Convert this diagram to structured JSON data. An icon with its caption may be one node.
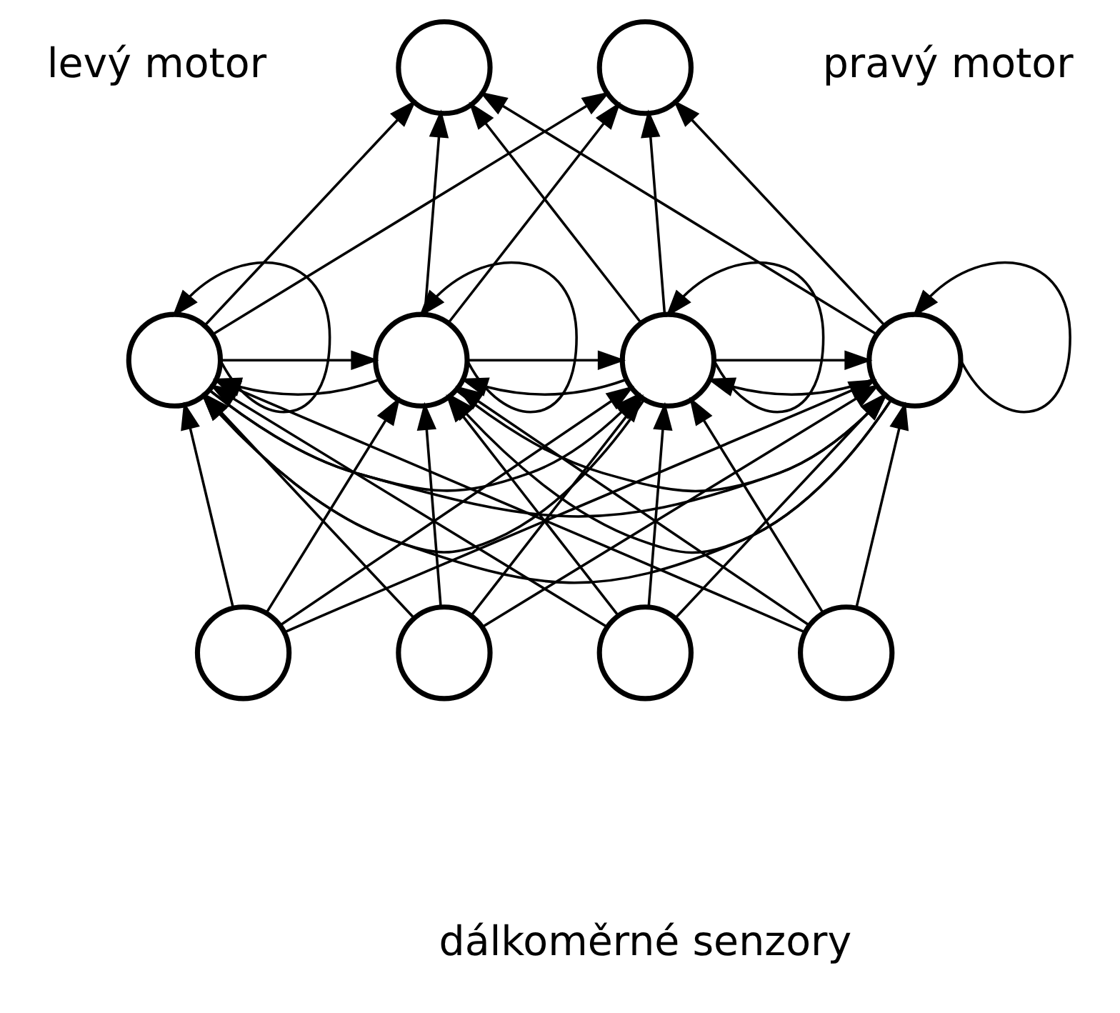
{
  "diagram": {
    "nodes": [
      {
        "text": [],
        "shape": "circle",
        "beside": [
          "levý motor"
        ]
      },
      {
        "text": [],
        "shape": "circle",
        "beside": [
          "pravý motor"
        ]
      },
      {
        "text": [],
        "shape": "circle"
      },
      {
        "text": [],
        "shape": "circle"
      },
      {
        "text": [],
        "shape": "circle"
      },
      {
        "text": [],
        "shape": "circle"
      },
      {
        "text": [],
        "shape": "circle"
      },
      {
        "text": [],
        "shape": "circle"
      },
      {
        "text": [],
        "shape": "circle"
      },
      {
        "text": [],
        "shape": "circle"
      }
    ],
    "edges": [
      {
        "from": 6,
        "to": 2,
        "arrow": "to"
      },
      {
        "from": 6,
        "to": 3,
        "arrow": "to"
      },
      {
        "from": 6,
        "to": 4,
        "arrow": "to"
      },
      {
        "from": 6,
        "to": 5,
        "arrow": "to"
      },
      {
        "from": 7,
        "to": 2,
        "arrow": "to"
      },
      {
        "from": 7,
        "to": 3,
        "arrow": "to"
      },
      {
        "from": 7,
        "to": 4,
        "arrow": "to"
      },
      {
        "from": 7,
        "to": 5,
        "arrow": "to"
      },
      {
        "from": 8,
        "to": 2,
        "arrow": "to"
      },
      {
        "from": 8,
        "to": 3,
        "arrow": "to"
      },
      {
        "from": 8,
        "to": 4,
        "arrow": "to"
      },
      {
        "from": 8,
        "to": 5,
        "arrow": "to"
      },
      {
        "from": 9,
        "to": 2,
        "arrow": "to"
      },
      {
        "from": 9,
        "to": 3,
        "arrow": "to"
      },
      {
        "from": 9,
        "to": 4,
        "arrow": "to"
      },
      {
        "from": 9,
        "to": 5,
        "arrow": "to"
      },
      {
        "from": 2,
        "to": 2,
        "arrow": "to"
      },
      {
        "from": 2,
        "to": 3,
        "arrow": "to"
      },
      {
        "from": 2,
        "to": 4,
        "arrow": "to"
      },
      {
        "from": 2,
        "to": 5,
        "arrow": "to"
      },
      {
        "from": 3,
        "to": 2,
        "arrow": "to"
      },
      {
        "from": 3,
        "to": 3,
        "arrow": "to"
      },
      {
        "from": 3,
        "to": 4,
        "arrow": "to"
      },
      {
        "from": 3,
        "to": 5,
        "arrow": "to"
      },
      {
        "from": 4,
        "to": 2,
        "arrow": "to"
      },
      {
        "from": 4,
        "to": 3,
        "arrow": "to"
      },
      {
        "from": 4,
        "to": 4,
        "arrow": "to"
      },
      {
        "from": 4,
        "to": 5,
        "arrow": "to"
      },
      {
        "from": 5,
        "to": 2,
        "arrow": "to"
      },
      {
        "from": 5,
        "to": 3,
        "arrow": "to"
      },
      {
        "from": 5,
        "to": 4,
        "arrow": "to"
      },
      {
        "from": 5,
        "to": 5,
        "arrow": "to"
      },
      {
        "from": 2,
        "to": 0,
        "arrow": "to"
      },
      {
        "from": 2,
        "to": 1,
        "arrow": "to"
      },
      {
        "from": 3,
        "to": 0,
        "arrow": "to"
      },
      {
        "from": 3,
        "to": 1,
        "arrow": "to"
      },
      {
        "from": 4,
        "to": 0,
        "arrow": "to"
      },
      {
        "from": 4,
        "to": 1,
        "arrow": "to"
      },
      {
        "from": 5,
        "to": 0,
        "arrow": "to"
      },
      {
        "from": 5,
        "to": 1,
        "arrow": "to"
      }
    ],
    "labels": [
      "dálkoměrné senzory"
    ]
  }
}
